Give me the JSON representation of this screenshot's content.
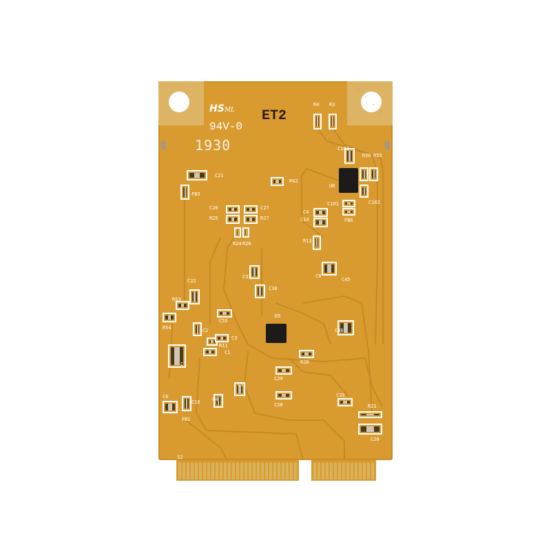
{
  "board": {
    "logo": "HS",
    "logo_suffix": "ML",
    "rating": "94V-0",
    "date_code": "1930",
    "marking": "ET2",
    "connector_label": "S2",
    "colors": {
      "substrate": "#d99b2f",
      "gold": "#ddb464",
      "silkscreen": "#ffffff"
    }
  },
  "labels": [
    "R4",
    "R3",
    "C21",
    "FB3",
    "R42",
    "C103",
    "R56",
    "R55",
    "U8",
    "C102",
    "C101",
    "FB6",
    "C26",
    "C27",
    "R25",
    "R27",
    "C4",
    "C14",
    "R24",
    "R26",
    "R13",
    "C31",
    "C30",
    "C8",
    "C45",
    "C22",
    "R53",
    "R54",
    "C55",
    "D5",
    "C46",
    "C2",
    "R11",
    "C3",
    "C1",
    "C7",
    "R28",
    "C29",
    "C5",
    "C6",
    "C10",
    "FB1",
    "C28",
    "C33",
    "R21",
    "C20",
    "C4"
  ]
}
